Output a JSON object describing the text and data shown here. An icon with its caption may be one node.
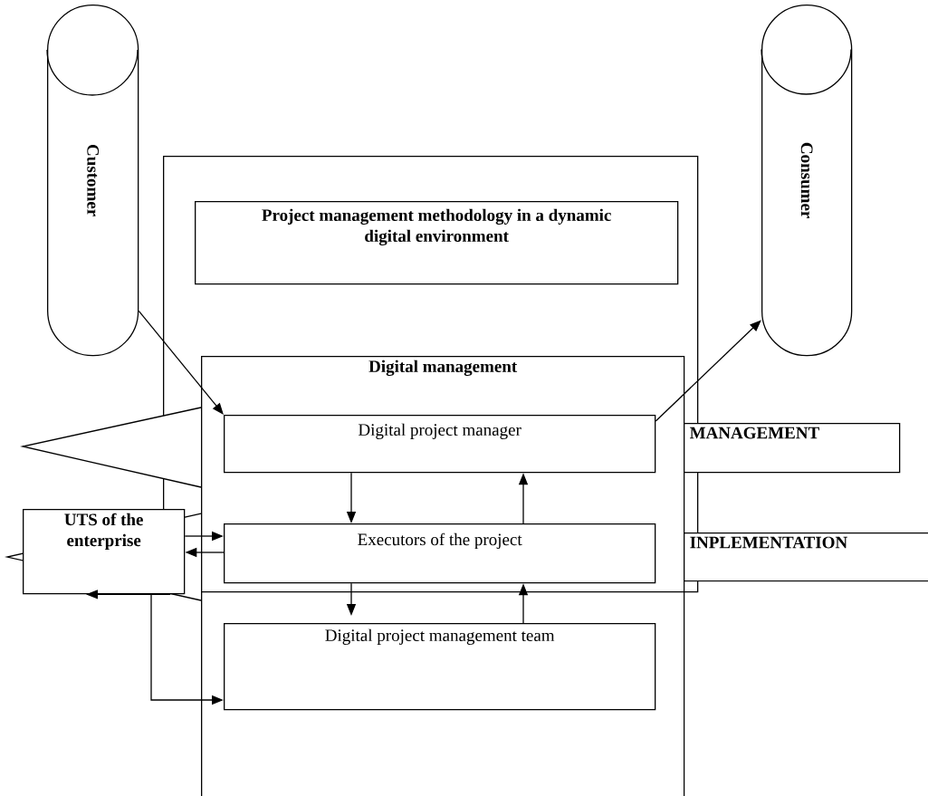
{
  "diagram": {
    "nodes": [
      {
        "text": [
          "Customer"
        ]
      },
      {
        "text": [
          "Consumer"
        ]
      },
      {
        "text": [],
        "shape": "box"
      },
      {
        "text": [
          "Project management methodology in a dynamic digital environment"
        ],
        "in": 2
      },
      {
        "text": [
          "Digital management"
        ]
      },
      {
        "text": [
          "Digital project manager"
        ]
      },
      {
        "text": [
          "Executors of the project"
        ]
      },
      {
        "text": [
          "Digital project management team"
        ],
        "in": 4
      },
      {
        "text": [],
        "shape": "triangle"
      },
      {
        "text": [
          "UTS of the enterprise"
        ]
      },
      {
        "text": [
          "MANAGEMENT"
        ]
      },
      {
        "text": [
          "INPLEMENTATION"
        ]
      }
    ],
    "edges": [
      {
        "from": 0,
        "to": 5,
        "arrow": "to"
      },
      {
        "from": 5,
        "to": 1,
        "arrow": "to"
      },
      {
        "from": 5,
        "to": 6,
        "arrow": "to"
      },
      {
        "from": 6,
        "to": 5,
        "arrow": "to"
      },
      {
        "from": 6,
        "to": 7,
        "arrow": "to"
      },
      {
        "from": 7,
        "to": 6,
        "arrow": "to"
      },
      {
        "from": 9,
        "to": 6,
        "arrow": "to"
      },
      {
        "from": 6,
        "to": 9,
        "arrow": "to"
      },
      {
        "from": 9,
        "to": null,
        "arrow": "to"
      },
      {
        "from": 9,
        "to": 7,
        "arrow": "to"
      }
    ]
  }
}
